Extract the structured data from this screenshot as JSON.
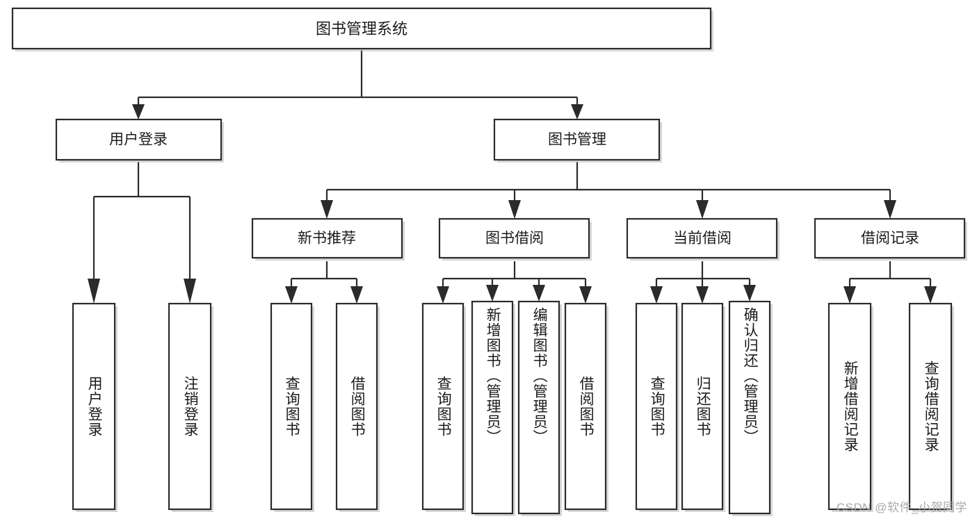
{
  "diagram": {
    "title_node": {
      "label": "图书管理系统"
    },
    "level2": [
      {
        "id": "user-login",
        "label": "用户登录"
      },
      {
        "id": "book-management",
        "label": "图书管理"
      }
    ],
    "level3": [
      {
        "id": "new-book-recommend",
        "label": "新书推荐"
      },
      {
        "id": "book-borrow",
        "label": "图书借阅"
      },
      {
        "id": "current-borrow",
        "label": "当前借阅"
      },
      {
        "id": "borrow-record",
        "label": "借阅记录"
      }
    ],
    "leaves": {
      "user_login": [
        {
          "id": "leaf-user-login",
          "label": "用户登录"
        },
        {
          "id": "leaf-logout-login",
          "label": "注销登录"
        }
      ],
      "new_book_recommend": [
        {
          "id": "leaf-query-book-1",
          "label": "查询图书"
        },
        {
          "id": "leaf-borrow-book-1",
          "label": "借阅图书"
        }
      ],
      "book_borrow": [
        {
          "id": "leaf-query-book-2",
          "label": "查询图书"
        },
        {
          "id": "leaf-add-book",
          "label": "新增图书（管理员）"
        },
        {
          "id": "leaf-edit-book",
          "label": "编辑图书（管理员）"
        },
        {
          "id": "leaf-borrow-book-2",
          "label": "借阅图书"
        }
      ],
      "current_borrow": [
        {
          "id": "leaf-query-book-3",
          "label": "查询图书"
        },
        {
          "id": "leaf-return-book",
          "label": "归还图书"
        },
        {
          "id": "leaf-confirm-return",
          "label": "确认归还（管理员）"
        }
      ],
      "borrow_record": [
        {
          "id": "leaf-add-borrow-record",
          "label": "新增借阅记录"
        },
        {
          "id": "leaf-query-borrow-record",
          "label": "查询借阅记录"
        }
      ]
    },
    "watermark": "CSDN @软件_小贺同学",
    "colors": {
      "stroke": "#2b2b2b",
      "fill": "#ffffff",
      "text": "#1a1a1a",
      "watermark": "#a9a9a9"
    }
  }
}
